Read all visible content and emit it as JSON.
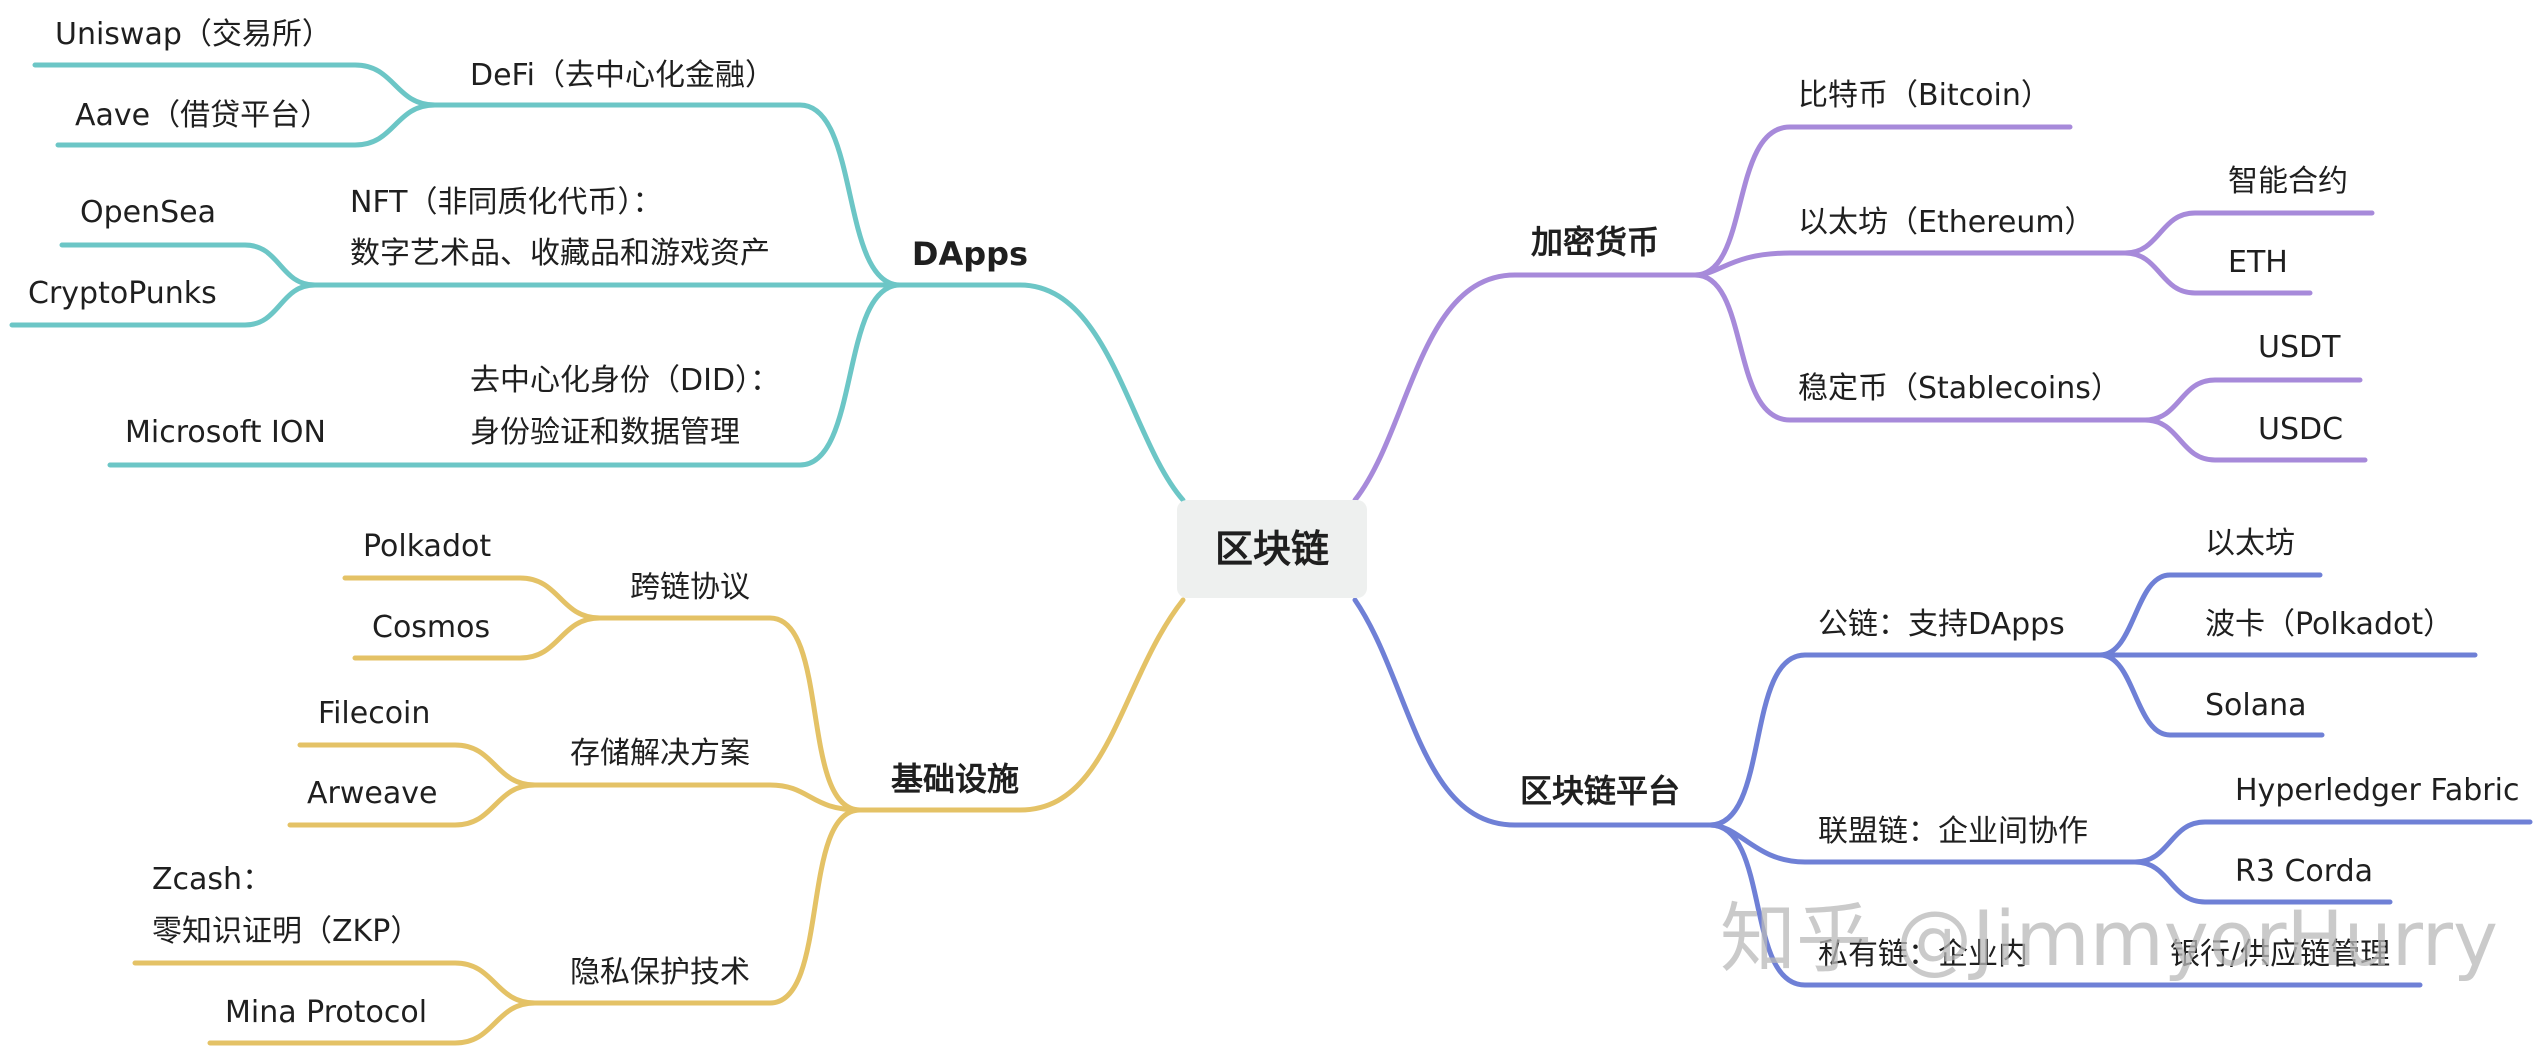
{
  "root": {
    "label": "区块链"
  },
  "colors": {
    "dapps": "#6cc6c6",
    "infra": "#e4c266",
    "crypto": "#a78ada",
    "platform": "#6f80d6",
    "root_bg": "#eef0ef"
  },
  "branches": {
    "dapps": {
      "label": "DApps",
      "defi": {
        "label": "DeFi（去中心化金融）",
        "children": [
          "Uniswap（交易所）",
          "Aave（借贷平台）"
        ]
      },
      "nft": {
        "label_line1": "NFT（非同质化代币）：",
        "label_line2": "数字艺术品、收藏品和游戏资产",
        "children": [
          "OpenSea",
          "CryptoPunks"
        ]
      },
      "did": {
        "label_line1": "去中心化身份（DID）：",
        "label_line2": "身份验证和数据管理",
        "children": [
          "Microsoft ION"
        ]
      }
    },
    "infra": {
      "label": "基础设施",
      "crosschain": {
        "label": "跨链协议",
        "children": [
          "Polkadot",
          "Cosmos"
        ]
      },
      "storage": {
        "label": "存储解决方案",
        "children": [
          "Filecoin",
          "Arweave"
        ]
      },
      "privacy": {
        "label": "隐私保护技术",
        "child1_line1": "Zcash：",
        "child1_line2": "零知识证明（ZKP）",
        "child2": "Mina Protocol"
      }
    },
    "crypto": {
      "label": "加密货币",
      "bitcoin": {
        "label": "比特币（Bitcoin）"
      },
      "ethereum": {
        "label": "以太坊（Ethereum）",
        "children": [
          "智能合约",
          "ETH"
        ]
      },
      "stablecoins": {
        "label": "稳定币（Stablecoins）",
        "children": [
          "USDT",
          "USDC"
        ]
      }
    },
    "platform": {
      "label": "区块链平台",
      "public": {
        "label": "公链：支持DApps",
        "children": [
          "以太坊",
          "波卡（Polkadot）",
          "Solana"
        ]
      },
      "consortium": {
        "label": "联盟链：企业间协作",
        "children": [
          "Hyperledger Fabric",
          "R3 Corda"
        ]
      },
      "private": {
        "label": "私有链：企业内",
        "child": "银行/供应链管理"
      }
    }
  },
  "watermark": "知乎 @JimmyorHurry"
}
